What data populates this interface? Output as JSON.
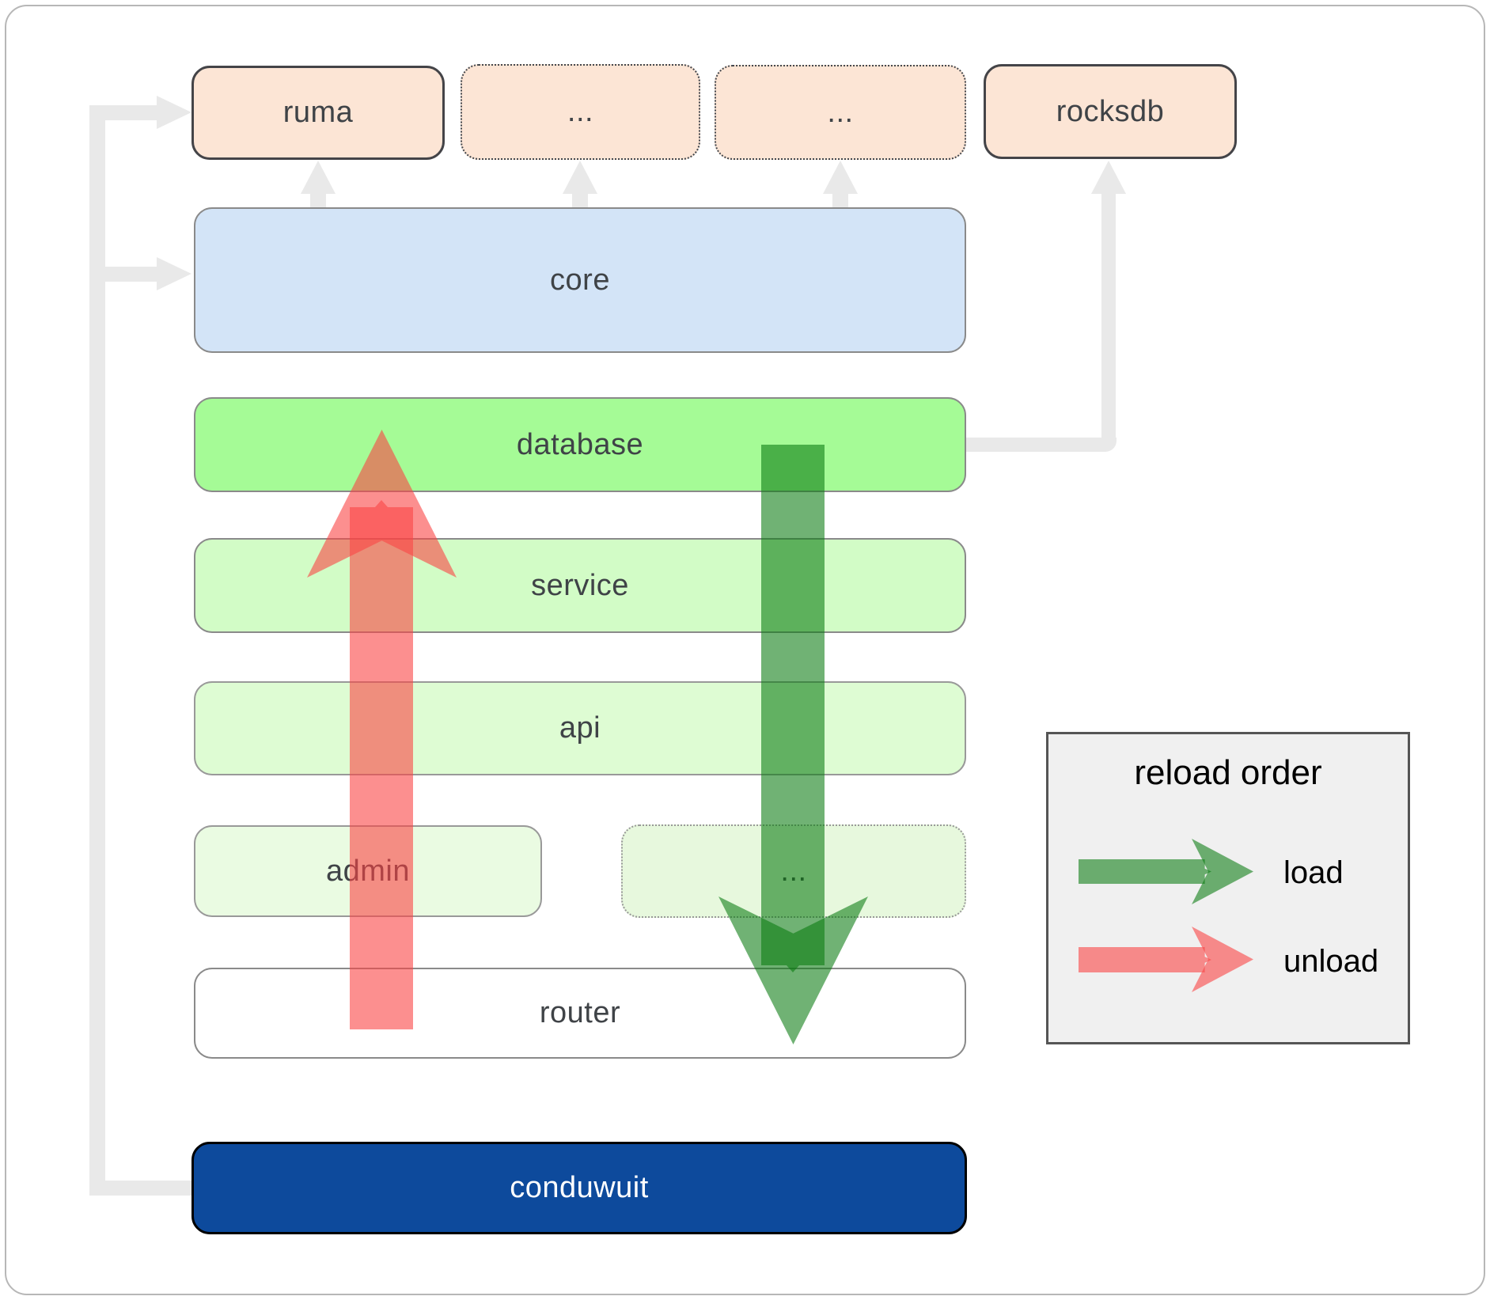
{
  "boxes": {
    "ruma": "ruma",
    "ext1": "...",
    "ext2": "...",
    "rocksdb": "rocksdb",
    "core": "core",
    "database": "database",
    "service": "service",
    "api": "api",
    "admin": "admin",
    "admin_more": "...",
    "router": "router",
    "conduwuit": "conduwuit"
  },
  "legend": {
    "title": "reload order",
    "load_label": "load",
    "unload_label": "unload"
  },
  "colors": {
    "peach": "#fce5d5",
    "core_blue": "#d3e4f7",
    "database_green": "#a5fb96",
    "service_green": "#d2fcc6",
    "api_green": "#defcd3",
    "admin_green": "#eafbe2",
    "admin_more_green": "#e7f8dd",
    "router_white": "#ffffff",
    "conduwuit_blue": "#0d4a9c",
    "connector_gray": "#e9e9e9",
    "legend_bg": "#f0f0f0",
    "load_green": "rgba(8,122,16,0.58)",
    "unload_red": "rgba(250,68,68,0.60)"
  }
}
